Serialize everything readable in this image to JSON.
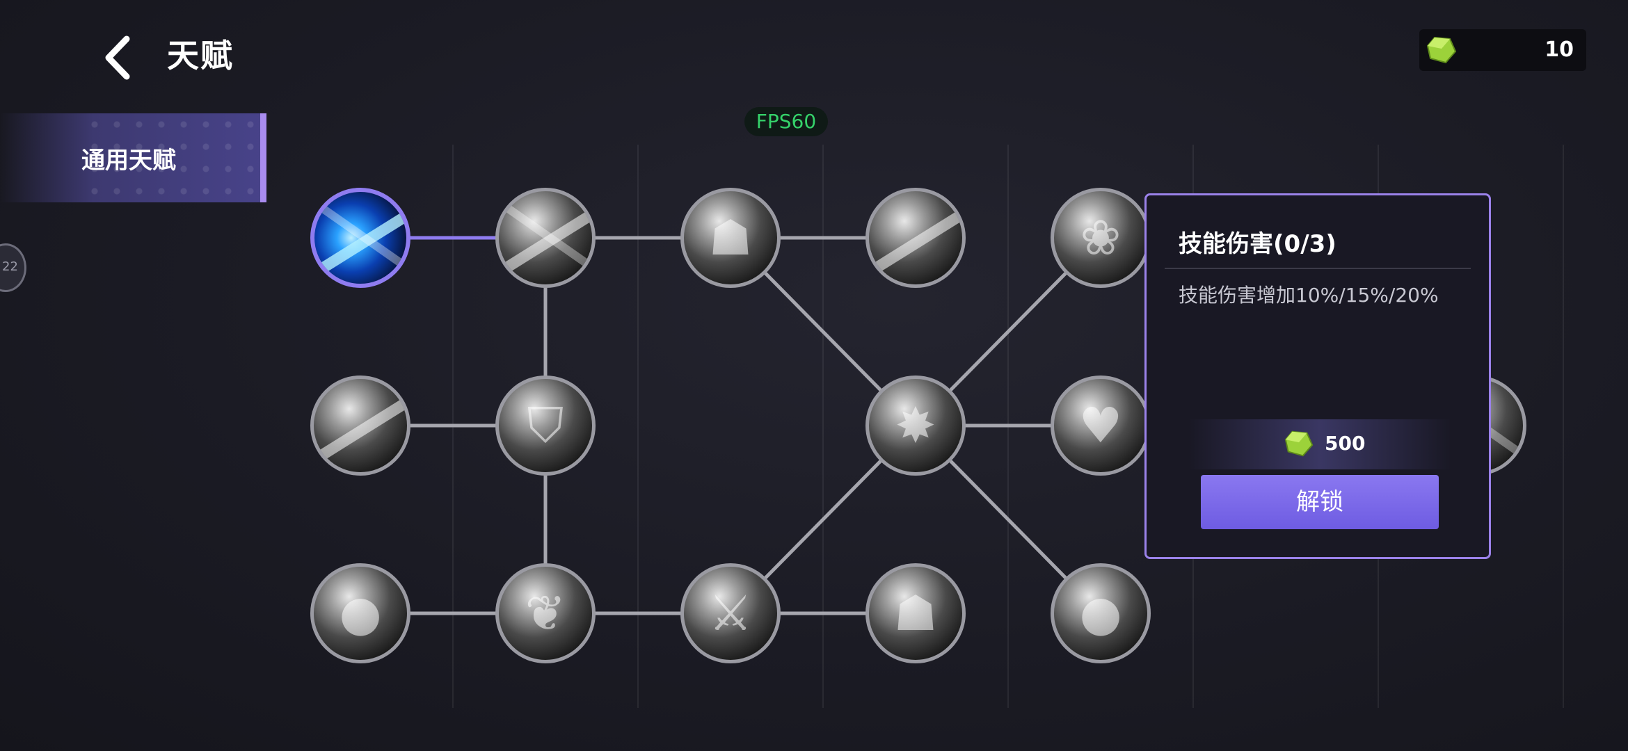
{
  "header": {
    "title": "天赋",
    "currency_amount": "10"
  },
  "fps_label": "FPS60",
  "tabs": [
    {
      "label": "通用天赋",
      "selected": true
    }
  ],
  "side_badge_text": "22",
  "popup": {
    "title": "技能伤害(0/3)",
    "description": "技能伤害增加10%/15%/20%",
    "cost": "500",
    "unlock_label": "解锁"
  },
  "colors": {
    "accent": "#8f7cf0",
    "fps_green": "#35d26a",
    "gem_green": "#9cd23a"
  }
}
